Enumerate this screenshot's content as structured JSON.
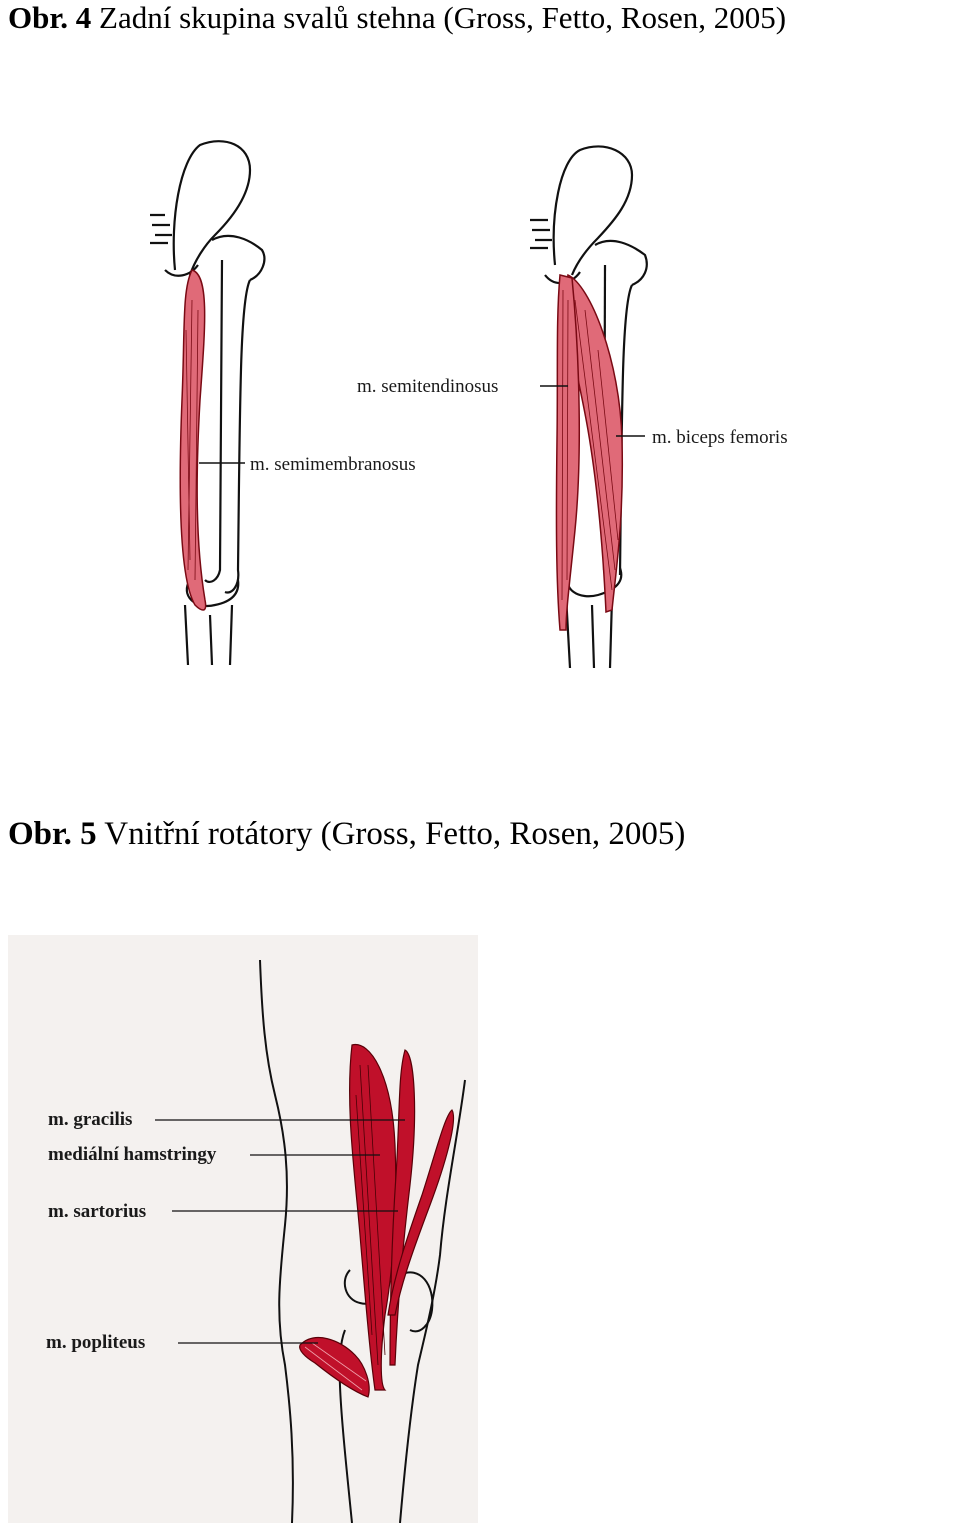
{
  "figure4": {
    "number": "Obr. 4",
    "title": "Zadní skupina svalů stehna (Gross, Fetto, Rosen, 2005)",
    "labels": {
      "semitendinosus": "m. semitendinosus",
      "biceps_femoris": "m. biceps femoris",
      "semimembranosus": "m. semimembranosus"
    }
  },
  "figure5": {
    "number": "Obr. 5",
    "title": "Vnitřní rotátory (Gross, Fetto, Rosen, 2005)",
    "labels": {
      "gracilis": "m. gracilis",
      "medial_hamstrings": "mediální hamstringy",
      "sartorius": "m. sartorius",
      "popliteus": "m. popliteus"
    }
  },
  "colors": {
    "muscle": "#e06a78",
    "muscle_dark": "#c0102a",
    "bone_outline": "#111111"
  }
}
